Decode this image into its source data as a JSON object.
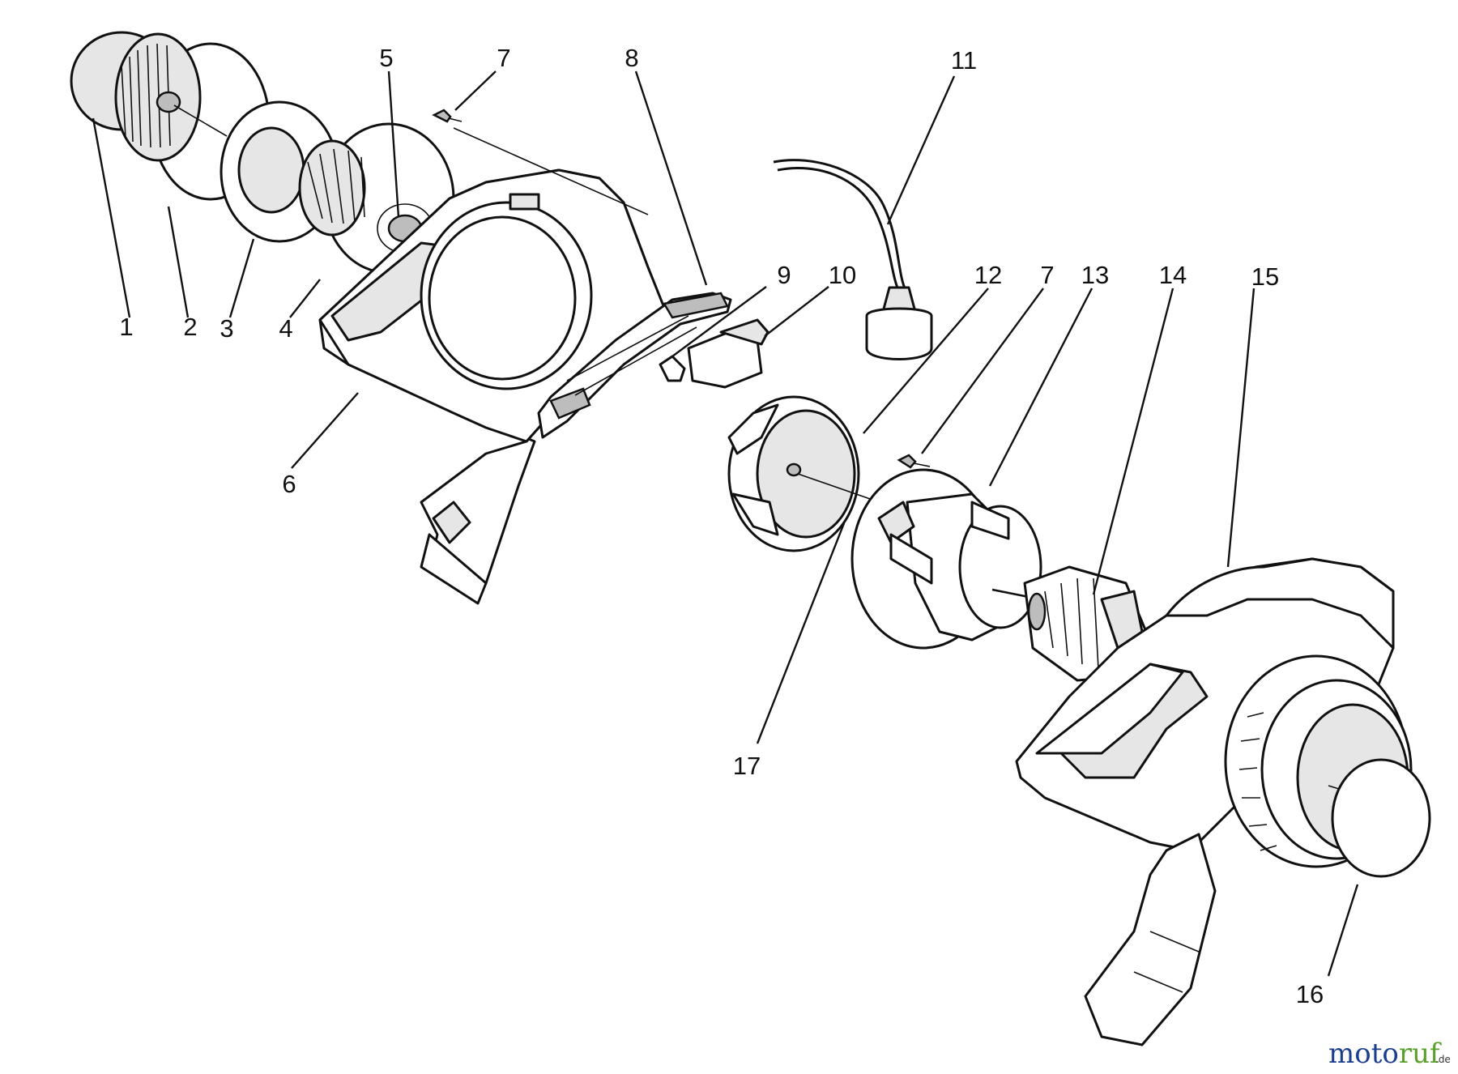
{
  "diagram": {
    "callouts": [
      "1",
      "2",
      "3",
      "4",
      "5",
      "6",
      "7",
      "8",
      "9",
      "10",
      "11",
      "12",
      "7",
      "13",
      "14",
      "15",
      "16",
      "17"
    ]
  },
  "watermark": {
    "part_a": "moto",
    "part_b": "ruf",
    "suffix": ".de",
    "color_a": "#1b3f8f",
    "color_b": "#5aa02c"
  }
}
